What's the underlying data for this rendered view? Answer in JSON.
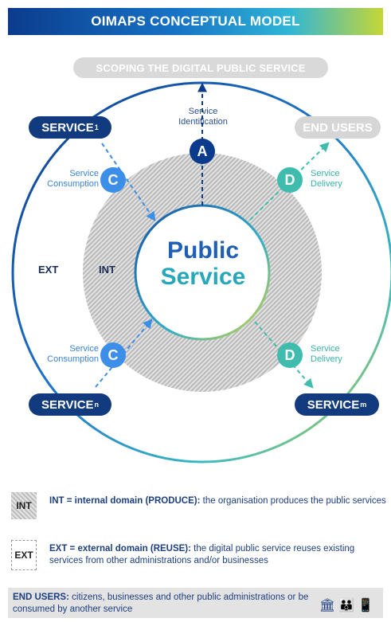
{
  "title": "OIMAPS CONCEPTUAL MODEL",
  "scope_label": "SCOPING THE DIGITAL PUBLIC SERVICE",
  "service_top": {
    "main": "SERVICE",
    "sub": "1"
  },
  "end_users_pill": "END USERS",
  "service_bottom_left": {
    "main": "SERVICE",
    "sub": "n"
  },
  "service_bottom_right": {
    "main": "SERVICE",
    "sub": "m"
  },
  "service_identification": [
    "Service",
    "Identification"
  ],
  "badges": {
    "a": "A",
    "c": "C",
    "d": "D"
  },
  "consumption": [
    "Service",
    "Consumption"
  ],
  "delivery": [
    "Service",
    "Delivery"
  ],
  "ext": "EXT",
  "int": "INT",
  "public_service": [
    "Public",
    "Service"
  ],
  "legend": {
    "int_box": "INT",
    "int_bold": "INT = internal domain (PRODUCE):",
    "int_text": " the organisation produces the public services",
    "ext_box": "EXT",
    "ext_bold": "EXT = external domain (REUSE):",
    "ext_text": " the digital public service reuses existing services from other administrations and/or businesses"
  },
  "end_users_note": {
    "bold": "END USERS:",
    "text": " citizens, businesses and other public administrations or be consumed by another service"
  },
  "end_user_icons": "🏛👪📱",
  "colors": {
    "dark_blue": "#113a7f",
    "mid_blue": "#3d8ee8",
    "teal": "#3fbcae",
    "grey": "#d6d6d6",
    "yellow_green": "#c5d636"
  }
}
